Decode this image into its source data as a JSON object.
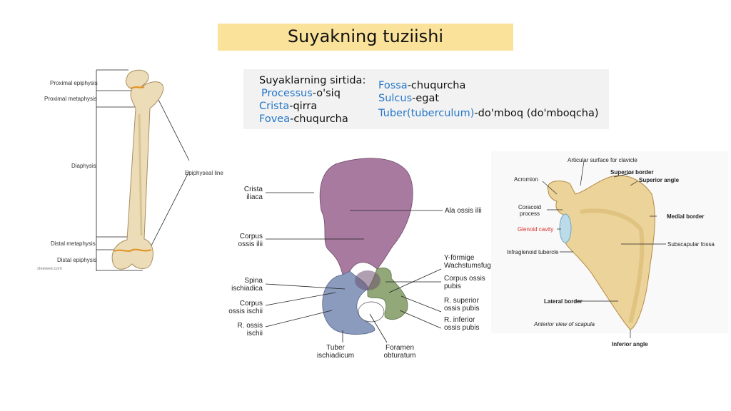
{
  "slide": {
    "title": "Suyakning tuziishi"
  },
  "terms": {
    "heading": "Suyaklarning sirtida:",
    "left": [
      {
        "latin": "Processus",
        "uz": "-o'siq"
      },
      {
        "latin": "Crista",
        "uz": "-qirra"
      },
      {
        "latin": "Fovea",
        "uz": "-chuqurcha"
      }
    ],
    "right": [
      {
        "latin": "Fossa",
        "uz": "-chuqurcha"
      },
      {
        "latin": "Sulcus",
        "uz": "-egat"
      },
      {
        "latin": "Tuber(tuberculum)",
        "uz": "-do'mboq (do'mboqcha)"
      }
    ]
  },
  "femur": {
    "labels": [
      "Proximal epiphysis",
      "Proximal metaphysis",
      "Diaphysis",
      "Distal metaphysis",
      "Distal epiphysis",
      "Epiphyseal line"
    ],
    "watermark": "sleewee.com"
  },
  "pelvis": {
    "left_labels": [
      "Crista\niliaca",
      "Corpus\nossis ilii",
      "Spina\nischiadica",
      "Corpus\nossis ischii",
      "R. ossis\nischii"
    ],
    "bottom_labels": [
      "Tuber\nischiadicum",
      "Foramen\nobturatum"
    ],
    "right_labels": [
      "Ala ossis ilii",
      "Y-förmige\nWachstumsfuge",
      "Corpus ossis\npubis",
      "R. superior\nossis pubis",
      "R. inferior\nossis pubis"
    ],
    "colors": {
      "ilium": "#a97aa0",
      "ischium": "#8a9bbd",
      "pubis": "#93a878"
    }
  },
  "scapula": {
    "labels": [
      "Articular surface for clavicle",
      "Acromion",
      "Superior border",
      "Superior angle",
      "Coracoid\nprocess",
      "Medial border",
      "Glenoid cavity",
      "Subscapular fossa",
      "Infraglenoid tubercle",
      "Lateral border",
      "Anterior view of scapula",
      "Inferior angle"
    ],
    "highlight_color": "#d9302b"
  }
}
